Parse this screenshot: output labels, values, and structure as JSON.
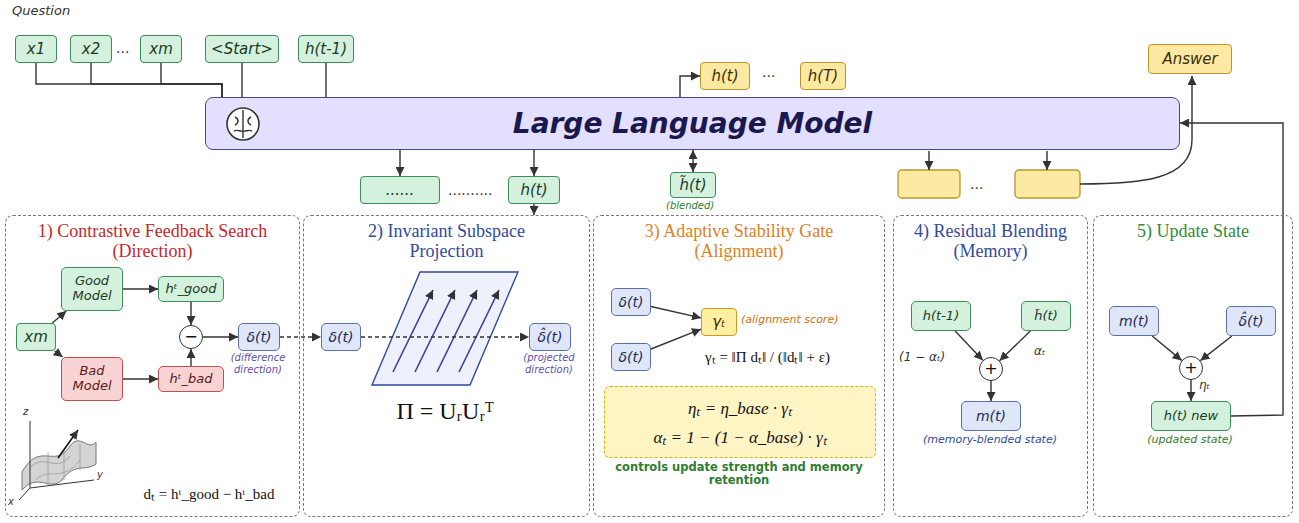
{
  "diagram": {
    "nodes": [
      {
        "text": [
          "x1"
        ]
      },
      {
        "text": [
          "x2"
        ]
      },
      {
        "text": [
          "xm"
        ]
      },
      {
        "text": [
          "<Start>"
        ]
      },
      {
        "text": [
          "h(t-1)"
        ]
      },
      {
        "text": [
          "h(t)"
        ]
      },
      {
        "text": [
          "h(T)"
        ]
      },
      {
        "text": [
          "Answer"
        ]
      },
      {
        "text": [
          "Large Language Model"
        ]
      },
      {
        "text": [
          "......"
        ]
      },
      {
        "text": [
          "h(t)"
        ]
      },
      {
        "text": [
          "h̃(t)"
        ]
      },
      {
        "text": [
          "1) Contrastive Feedback Search (Direction)"
        ]
      },
      {
        "text": [
          "xm"
        ],
        "in": 12
      },
      {
        "text": [
          "Good Model"
        ],
        "in": 12
      },
      {
        "text": [
          "Bad Model"
        ],
        "in": 12
      },
      {
        "text": [
          "hᵗ_good"
        ],
        "in": 12
      },
      {
        "text": [
          "hᵗ_bad"
        ],
        "in": 12
      },
      {
        "text": [
          "−"
        ],
        "in": 12
      },
      {
        "text": [
          "δ(t)"
        ],
        "in": 12
      },
      {
        "text": [
          "2) Invariant Subspace Projection"
        ]
      },
      {
        "text": [
          "δ(t)"
        ],
        "in": 20
      },
      {
        "text": [
          "δ̂(t)"
        ],
        "in": 20
      },
      {
        "text": [
          "3) Adaptive Stability Gate (Alignment)"
        ]
      },
      {
        "text": [
          "δ(t)"
        ],
        "in": 23
      },
      {
        "text": [
          "δ(t)"
        ],
        "in": 23
      },
      {
        "text": [
          "γₜ"
        ],
        "in": 23
      },
      {
        "text": [
          "ηₜ = η_base · γₜ",
          "αₜ = 1 − (1 − α_base) · γₜ"
        ],
        "in": 23
      },
      {
        "text": [
          "4) Residual Blending (Memory)"
        ]
      },
      {
        "text": [
          "h(t-1)"
        ],
        "in": 28
      },
      {
        "text": [
          "h̃(t)"
        ],
        "in": 28
      },
      {
        "text": [
          "+"
        ],
        "in": 28
      },
      {
        "text": [
          "m(t)"
        ],
        "in": 28
      },
      {
        "text": [
          "5) Update State"
        ]
      },
      {
        "text": [
          "m(t)"
        ],
        "in": 33
      },
      {
        "text": [
          "δ̂(t)"
        ],
        "in": 33
      },
      {
        "text": [
          "+"
        ],
        "in": 33
      },
      {
        "text": [
          "h(t) new"
        ],
        "in": 33
      }
    ],
    "edges": [
      {
        "from": 0,
        "to": 8,
        "arrow": "none"
      },
      {
        "from": 1,
        "to": 8,
        "arrow": "none"
      },
      {
        "from": 2,
        "to": 8,
        "arrow": "none"
      },
      {
        "from": 3,
        "to": 8,
        "arrow": "none"
      },
      {
        "from": 4,
        "to": 8,
        "arrow": "none"
      },
      {
        "from": 8,
        "to": 5,
        "arrow": "to"
      },
      {
        "from": 8,
        "to": 9,
        "arrow": "to"
      },
      {
        "from": 8,
        "to": 10,
        "arrow": "to"
      },
      {
        "from": 10,
        "to": 20,
        "arrow": "to"
      },
      {
        "from": 11,
        "to": 8,
        "arrow": "both"
      },
      {
        "from": 37,
        "to": 8,
        "arrow": "to"
      },
      {
        "from": 13,
        "to": 14,
        "arrow": "to"
      },
      {
        "from": 13,
        "to": 15,
        "arrow": "to"
      },
      {
        "from": 14,
        "to": 16,
        "arrow": "to"
      },
      {
        "from": 15,
        "to": 17,
        "arrow": "to"
      },
      {
        "from": 16,
        "to": 18,
        "arrow": "to"
      },
      {
        "from": 17,
        "to": 18,
        "arrow": "to"
      },
      {
        "from": 18,
        "to": 19,
        "arrow": "to"
      },
      {
        "from": 19,
        "to": 21,
        "arrow": "to"
      },
      {
        "from": 21,
        "to": 22,
        "arrow": "to"
      },
      {
        "from": 24,
        "to": 26,
        "arrow": "to"
      },
      {
        "from": 25,
        "to": 26,
        "arrow": "to"
      },
      {
        "from": 29,
        "to": 31,
        "arrow": "to",
        "label": "(1 − αₜ)"
      },
      {
        "from": 30,
        "to": 31,
        "arrow": "to",
        "label": "αₜ"
      },
      {
        "from": 31,
        "to": 32,
        "arrow": "to"
      },
      {
        "from": 34,
        "to": 36,
        "arrow": "to"
      },
      {
        "from": 35,
        "to": 36,
        "arrow": "to"
      },
      {
        "from": 36,
        "to": 37,
        "arrow": "to",
        "label": "ηₜ"
      }
    ],
    "labels": [
      "Question",
      "...",
      "...",
      "..........",
      "(blended)",
      "...",
      "(difference direction)",
      "dₜ = hᵗ_good − hᵗ_bad",
      "(projected direction)",
      "Π = UᵣUᵣᵀ",
      "(alignment score)",
      "γₜ = ‖Π dₜ‖ / (‖dₜ‖ + ε)",
      "controls update strength and memory retention",
      "(memory-blended state)",
      "(updated state)",
      "z",
      "y",
      "x"
    ]
  }
}
